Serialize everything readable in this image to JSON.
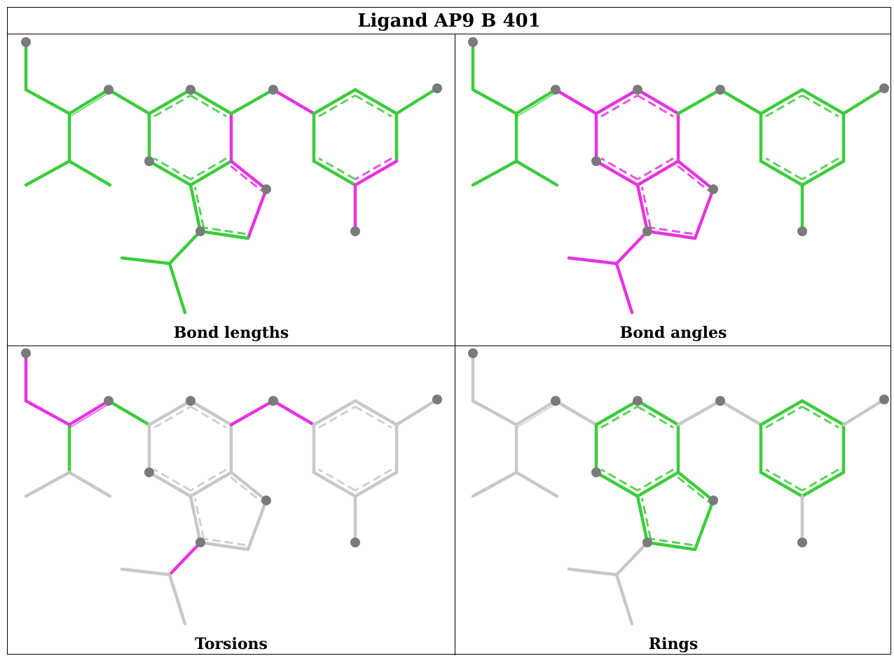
{
  "title": "Ligand AP9 B 401",
  "panels": [
    {
      "caption": "Bond lengths",
      "scheme": "lengths"
    },
    {
      "caption": "Bond angles",
      "scheme": "angles"
    },
    {
      "caption": "Torsions",
      "scheme": "torsions"
    },
    {
      "caption": "Rings",
      "scheme": "rings"
    }
  ],
  "colors": {
    "green": "#3ccc3c",
    "magenta": "#e634e0",
    "grey": "#c8c8c8",
    "atom": "#7a7a7a"
  }
}
